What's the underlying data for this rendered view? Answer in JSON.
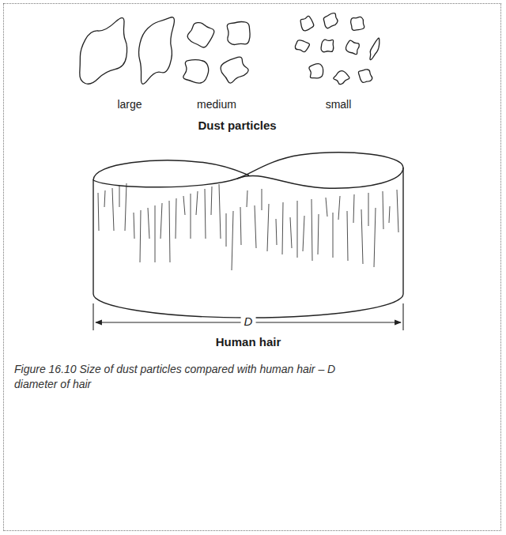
{
  "diagram": {
    "caption": "Figure 16.10 Size of dust particles compared with human hair – D diameter of hair",
    "labels": [
      "large",
      "medium",
      "small",
      "Dust particles",
      "D",
      "Human hair"
    ]
  }
}
